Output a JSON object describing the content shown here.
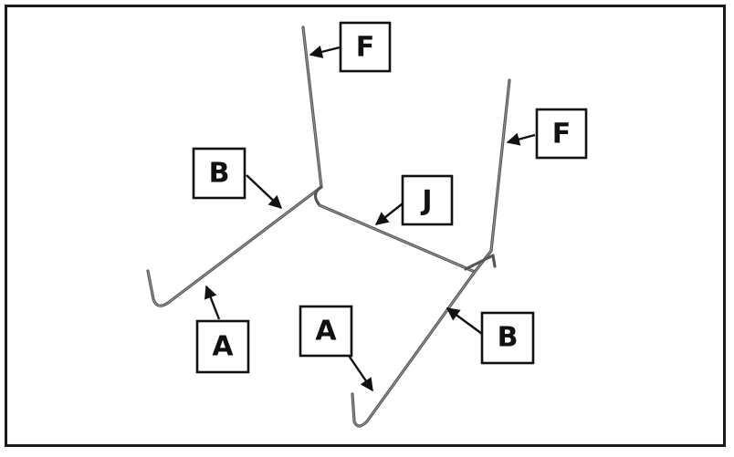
{
  "colors": {
    "frame": "#1a1a1a",
    "rod": "#555555",
    "label": "#111111"
  },
  "labels": {
    "f_top": "F",
    "f_right": "F",
    "b_left": "B",
    "b_right": "B",
    "j": "J",
    "a_left": "A",
    "a_right": "A"
  }
}
